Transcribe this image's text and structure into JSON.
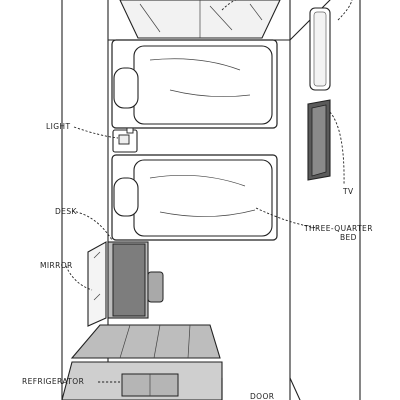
{
  "labels": {
    "light": "LIGHT",
    "desk": "DESK",
    "mirror": "MIRROR",
    "refrigerator": "REFRIGERATOR",
    "tv": "TV",
    "bed_line1": "THREE-QUARTER",
    "bed_line2": "BED",
    "door": "DOOR"
  },
  "colors": {
    "ink": "#222222",
    "shade_dark": "#7d7d7d",
    "shade_mid": "#a9a9a9",
    "shade_light": "#cfcfcf"
  }
}
